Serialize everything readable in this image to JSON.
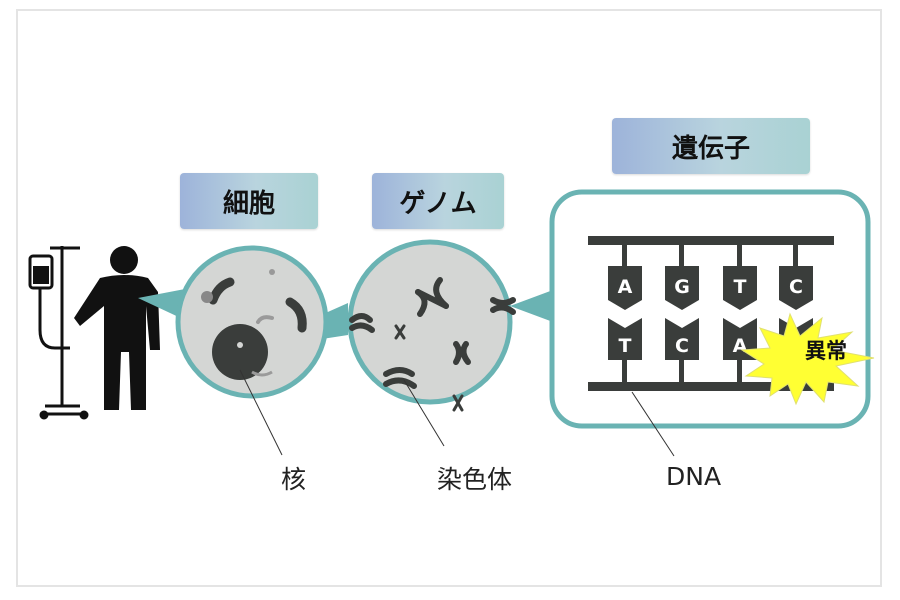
{
  "labels": {
    "cell": "細胞",
    "genome": "ゲノム",
    "gene": "遺伝子",
    "nucleus": "核",
    "chromosome": "染色体",
    "dna": "DNA",
    "abnormal": "異常"
  },
  "dna": {
    "top_bases": [
      "A",
      "G",
      "T",
      "C"
    ],
    "bottom_bases": [
      "T",
      "C",
      "A",
      ""
    ]
  },
  "colors": {
    "teal": "#6ab3b3",
    "dark": "#3a3d3b",
    "cell_fill": "#d4d6d4",
    "burst": "#ffff33",
    "label_gradient": [
      "#9db3da",
      "#b9d4de",
      "#a9d2d3"
    ]
  }
}
